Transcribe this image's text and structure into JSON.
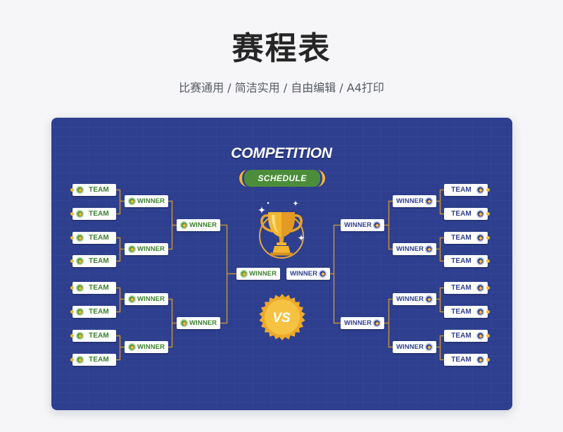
{
  "page": {
    "title": "赛程表",
    "subtitle": "比赛通用 / 简洁实用 / 自由编辑 / A4打印"
  },
  "card": {
    "heading": "COMPETITION",
    "badge": "SCHEDULE",
    "vs_label": "VS"
  },
  "bracket": {
    "left": {
      "round1": [
        "TEAM",
        "TEAM",
        "TEAM",
        "TEAM",
        "TEAM",
        "TEAM",
        "TEAM",
        "TEAM"
      ],
      "round2": [
        "WINNER",
        "WINNER",
        "WINNER",
        "WINNER"
      ],
      "round3": [
        "WINNER",
        "WINNER"
      ],
      "final": "WINNER"
    },
    "right": {
      "round1": [
        "TEAM",
        "TEAM",
        "TEAM",
        "TEAM",
        "TEAM",
        "TEAM",
        "TEAM",
        "TEAM"
      ],
      "round2": [
        "WINNER",
        "WINNER",
        "WINNER",
        "WINNER"
      ],
      "round3": [
        "WINNER",
        "WINNER"
      ],
      "final": "WINNER"
    }
  },
  "icons": {
    "slot": "team-badge-icon",
    "center_top": "trophy-icon",
    "center_bottom": "vs-starburst-icon",
    "decoration": "sparkle-icon"
  },
  "colors": {
    "page_background": "#f6f6f8",
    "card_background": "#2e3f8f",
    "left_side_accent": "#3b7f2e",
    "right_side_accent": "#2e3f8f",
    "badge_green": "#4b8d3a",
    "gold": "#f0b43c",
    "connector": "#c2913a"
  }
}
